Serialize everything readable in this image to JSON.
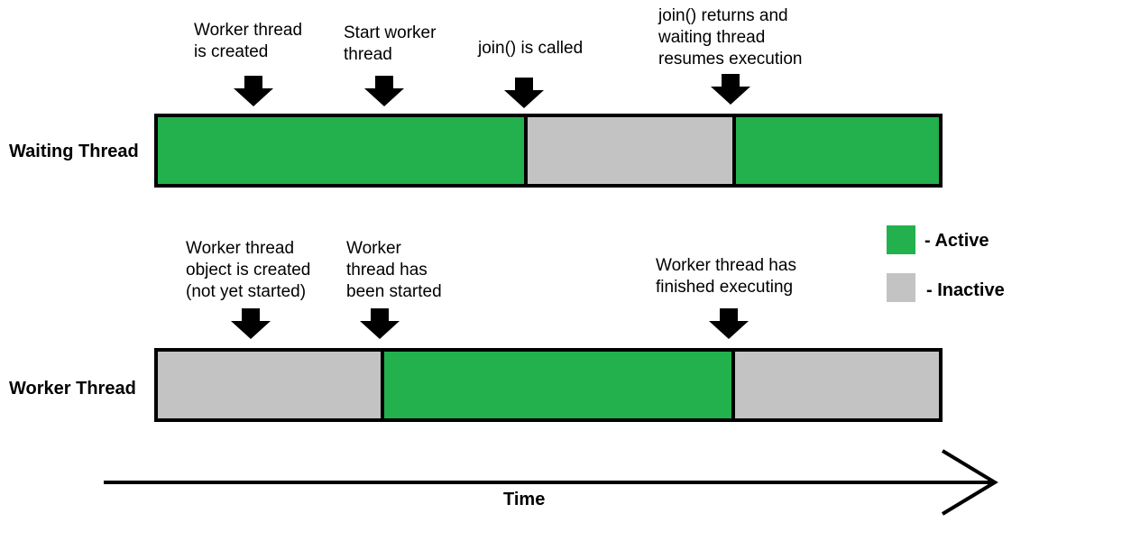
{
  "colors": {
    "active": "#22b14c",
    "inactive": "#c3c3c3",
    "outline": "#000000"
  },
  "legend": {
    "active_label": "- Active",
    "inactive_label": "- Inactive"
  },
  "waiting_thread": {
    "label": "Waiting Thread",
    "annotations": [
      "Worker thread\nis created",
      "Start worker\nthread",
      "join() is called",
      "join() returns and\nwaiting thread\nresumes execution"
    ],
    "segments": [
      "active",
      "inactive",
      "active"
    ]
  },
  "worker_thread": {
    "label": "Worker Thread",
    "annotations": [
      "Worker thread\nobject is created\n(not yet started)",
      "Worker\nthread has\nbeen started",
      "Worker thread has\nfinished executing"
    ],
    "segments": [
      "inactive",
      "active",
      "inactive"
    ]
  },
  "time_axis": {
    "label": "Time"
  },
  "icons": {
    "event_marker": "arrow-down-icon",
    "time_axis": "arrow-right-icon"
  }
}
